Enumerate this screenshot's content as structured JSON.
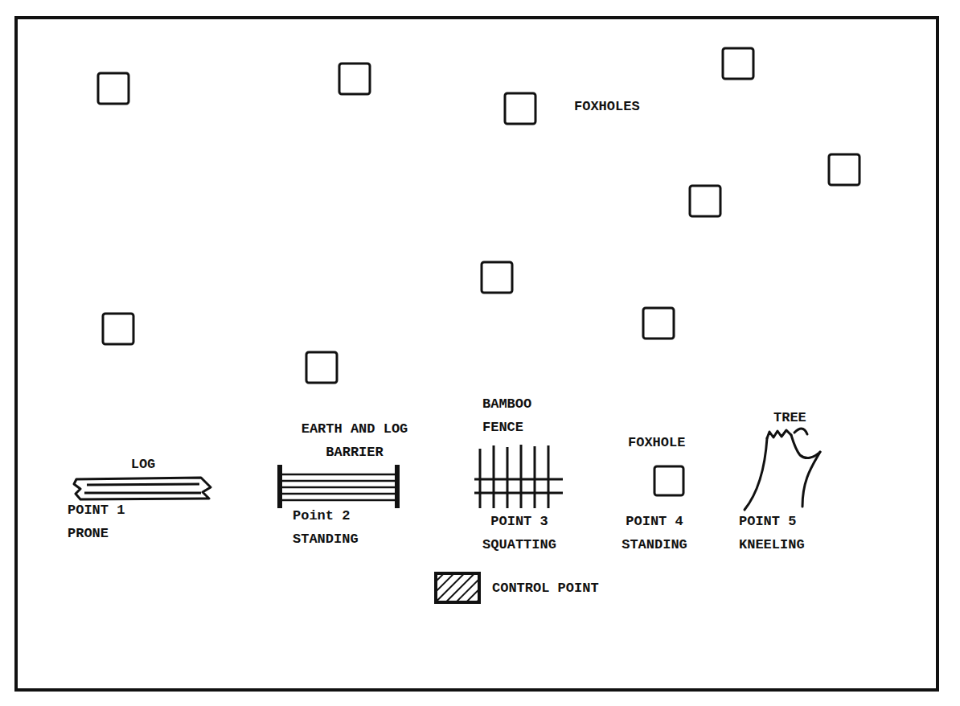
{
  "diagram": {
    "labels": [
      "FOXHOLES",
      "LOG",
      "POINT 1 PRONE",
      "EARTH AND LOG BARRIER",
      "Point 2 STANDING",
      "BAMBOO FENCE",
      "POINT 3 SQUATTING",
      "FOXHOLE",
      "POINT 4 STANDING",
      "TREE",
      "POINT 5 KNEELING"
    ],
    "legend": [
      {
        "text": "CONTROL POINT"
      }
    ]
  }
}
